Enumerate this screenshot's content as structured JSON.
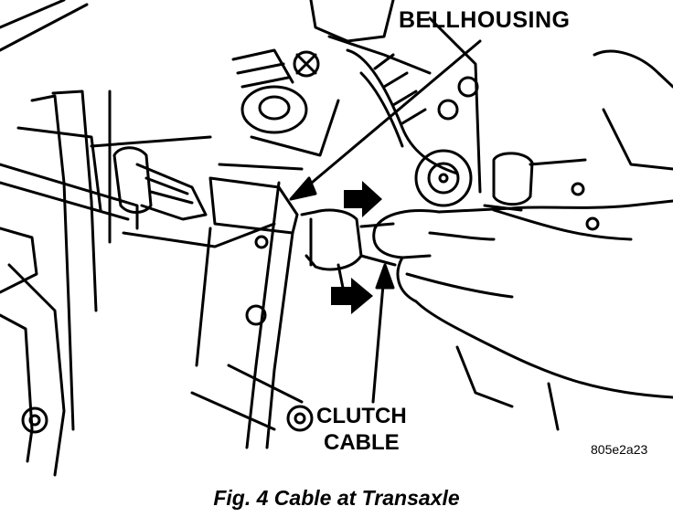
{
  "callouts": {
    "bellhousing": "BELLHOUSING",
    "clutch_line1": "CLUTCH",
    "clutch_line2": "CABLE"
  },
  "figure_code": "805e2a23",
  "caption": "Fig. 4 Cable at Transaxle"
}
